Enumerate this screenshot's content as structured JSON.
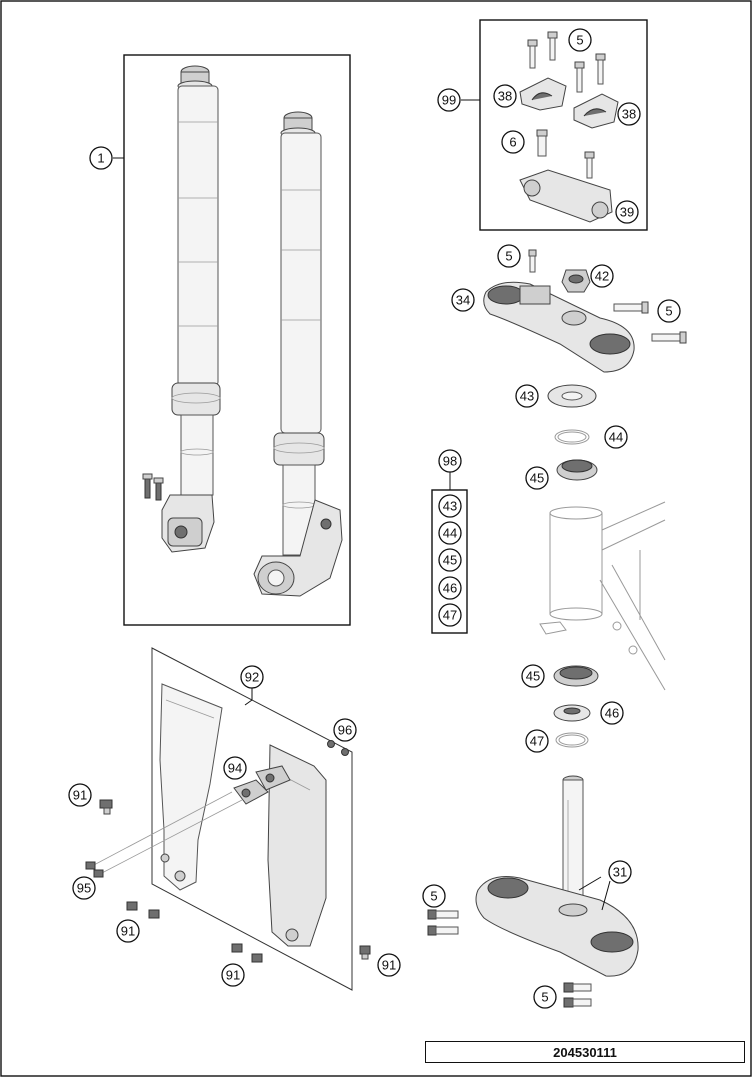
{
  "diagram": {
    "part_number": "204530111",
    "callouts": {
      "fork_assembly": "1",
      "clamp_kit": "99",
      "screw_top_kit": "5",
      "clamp_left": "38",
      "clamp_right": "38",
      "screw_6": "6",
      "clamp_bridge": "39",
      "screw_top_clamp": "5",
      "nut": "42",
      "upper_triple_clamp": "34",
      "screw_upper_side": "5",
      "dust_seal_ring": "43",
      "o_ring": "44",
      "bearing_upper": "45",
      "bearing_kit": "98",
      "kit_item_1": "43",
      "kit_item_2": "44",
      "kit_item_3": "45",
      "kit_item_4": "46",
      "kit_item_5": "47",
      "bearing_lower": "45",
      "seal_ring": "46",
      "o_ring_lower": "47",
      "lower_triple_clamp": "31",
      "screw_lower_upper": "5",
      "screw_lower_lower": "5",
      "fork_guard_kit": "92",
      "cap_nut": "96",
      "brake_line_guide": "94",
      "screw_91_a": "91",
      "screw_95": "95",
      "screw_91_b": "91",
      "screw_91_c": "91",
      "screw_91_d": "91"
    }
  }
}
